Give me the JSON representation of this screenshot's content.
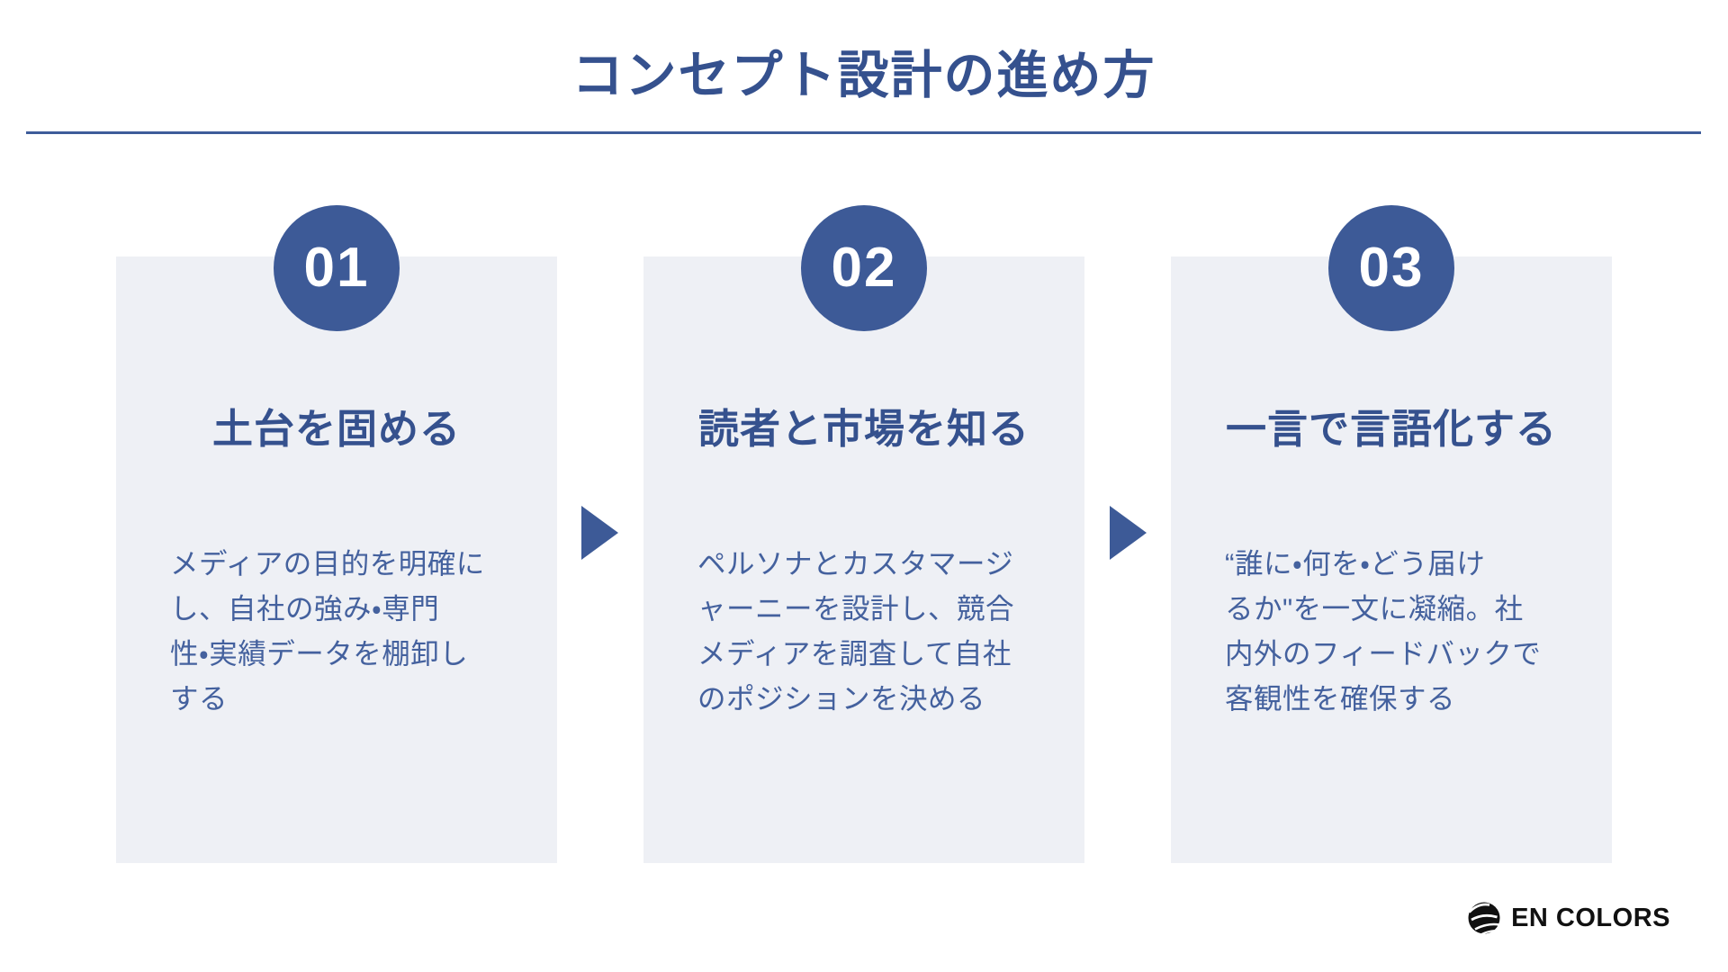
{
  "header": {
    "title": "コンセプト設計の進め方"
  },
  "steps": [
    {
      "number": "01",
      "title": "土台を固める",
      "body_lines": [
        "メディアの目的を明確に",
        "し、自社の強み・専門",
        "性・実績データを棚卸し",
        "する"
      ]
    },
    {
      "number": "02",
      "title": "読者と市場を知る",
      "body_lines": [
        "ペルソナとカスタマージ",
        "ャーニーを設計し、競合",
        "メディアを調査して自社",
        "のポジションを決める"
      ]
    },
    {
      "number": "03",
      "title": "一言で言語化する",
      "body_lines": [
        "“誰に・何を・どう届け",
        "るか\"を一文に凝縮。社",
        "内外のフィードバックで",
        "客観性を確保する"
      ]
    }
  ],
  "footer": {
    "logo_text": "EN COLORS"
  },
  "colors": {
    "brand_navy": "#3D5A97",
    "heading_navy": "#35518E",
    "body_text_blue": "#44619E",
    "card_background": "#EEF0F5",
    "divider_blue": "#3E5C9A",
    "logo_black": "#111111"
  }
}
